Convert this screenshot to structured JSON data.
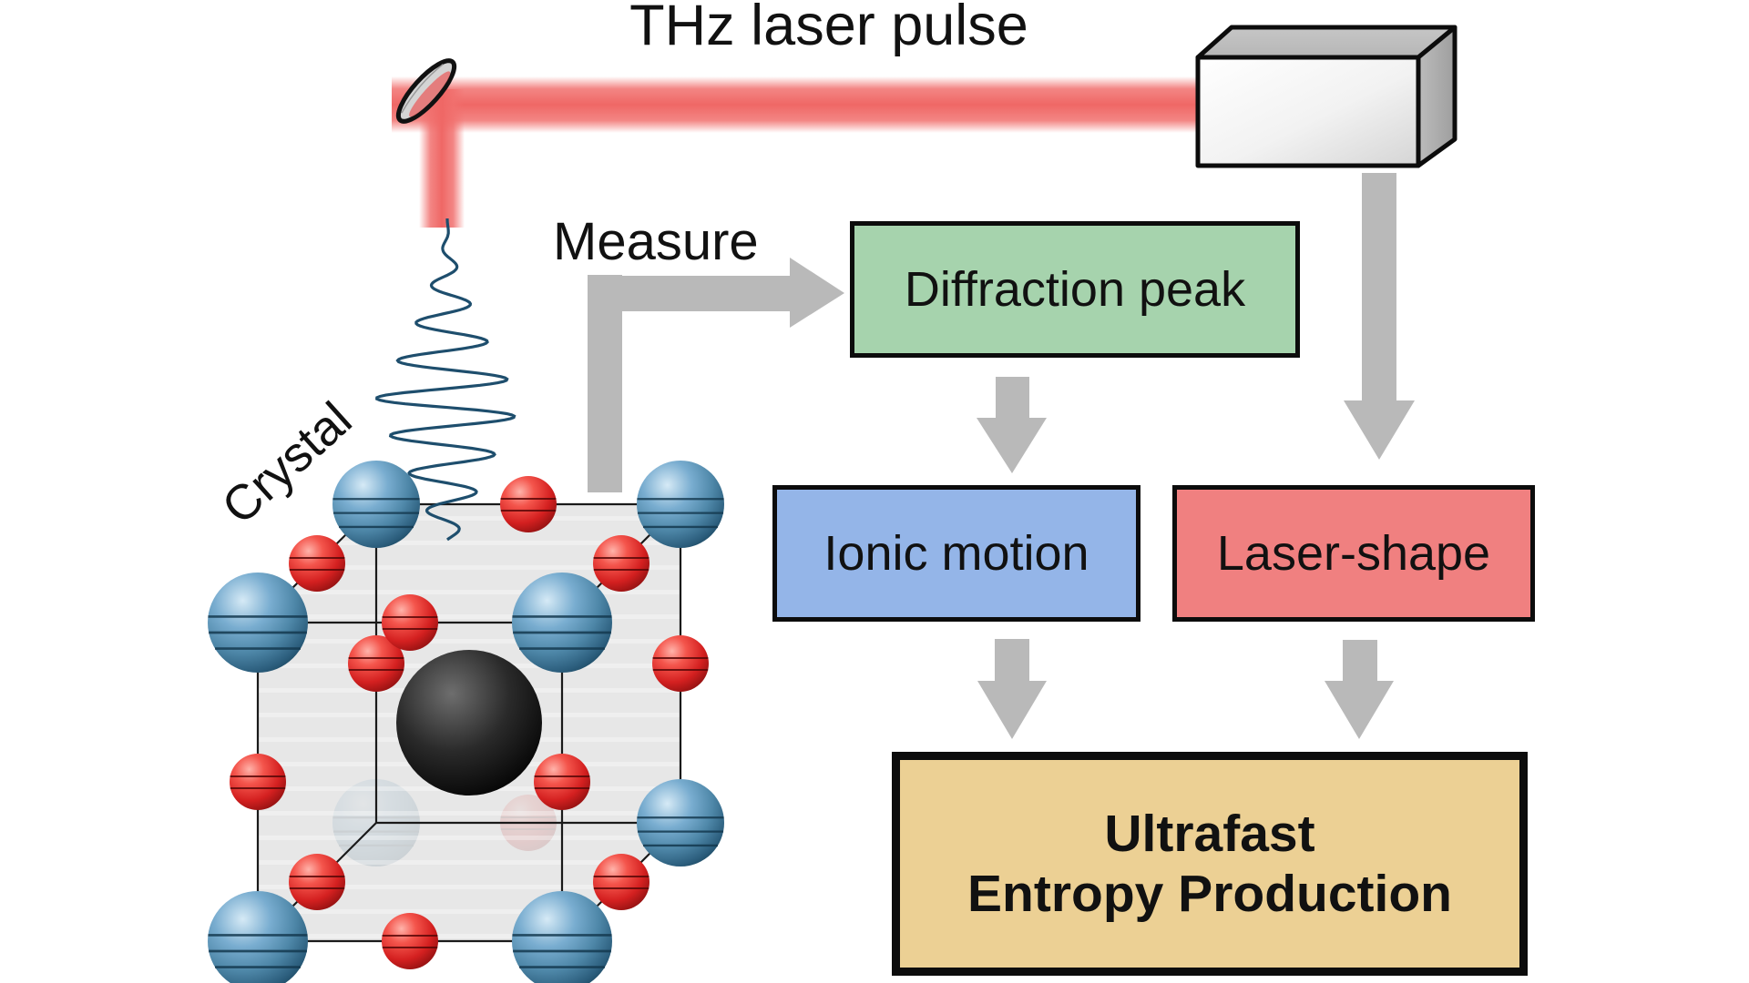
{
  "labels": {
    "title": "THz laser pulse",
    "measure": "Measure",
    "crystal": "Crystal"
  },
  "boxes": {
    "diffraction": {
      "label": "Diffraction peak",
      "fill": "#a6d3ad"
    },
    "ionic": {
      "label": "Ionic motion",
      "fill": "#94b5e8"
    },
    "laser_shape": {
      "label": "Laser-shape",
      "fill": "#f08080"
    },
    "entropy": {
      "label_line1": "Ultrafast",
      "label_line2": "Entropy Production",
      "fill": "#ecd094"
    }
  },
  "colors": {
    "laser_beam": "#f1706e",
    "arrow_gray": "#b9b9b9",
    "wave_line": "#1e4e6d",
    "sphere_blue": "#4e87a8",
    "sphere_red": "#d42020",
    "sphere_black": "#111111",
    "box_border": "#0c0c0c"
  },
  "icons": {
    "laser_source": "laser-source-box",
    "mirror": "mirror",
    "beam": "thz-beam",
    "wave": "thz-wave-packet",
    "crystal": "perovskite-unit-cell"
  }
}
